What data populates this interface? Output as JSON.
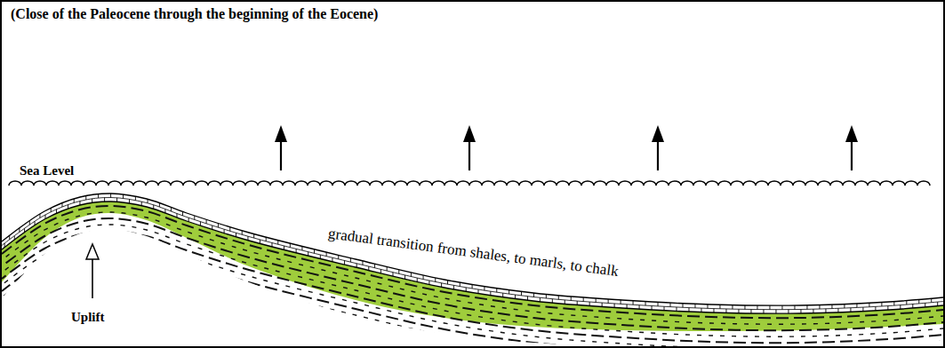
{
  "diagram": {
    "title": "(Close of the Paleocene through the beginning of the Eocene)",
    "labels": [
      "Sea Level",
      "Uplift",
      "gradual transition from shales, to marls, to chalk"
    ]
  }
}
